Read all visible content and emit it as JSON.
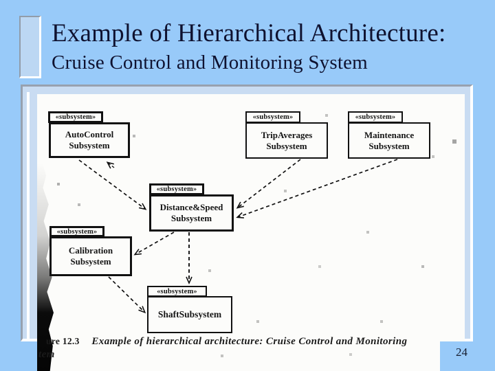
{
  "slide": {
    "title_line1": "Example of Hierarchical Architecture:",
    "title_line2": "Cruise Control and Monitoring System",
    "page_number": "24",
    "colors": {
      "background": "#98CAF9",
      "title_text": "#0F1230",
      "frame_fill": "#C9DCF2",
      "frame_border_gray": "#97A1AF",
      "frame_border_white": "#FFFFFF",
      "scan_paper": "#FCFCFA",
      "ink": "#111111"
    }
  },
  "figure": {
    "type": "uml-subsystem-diagram",
    "caption_prefix": "ure 12.3",
    "caption_text": "Example of hierarchical architecture: Cruise Control and Monitoring",
    "caption_line2": "tem",
    "boxes": [
      {
        "id": "autocontrol",
        "stereotype": "«subsystem»",
        "line1": "AutoControl",
        "line2": "Subsystem"
      },
      {
        "id": "tripaverages",
        "stereotype": "«subsystem»",
        "line1": "TripAverages",
        "line2": "Subsystem"
      },
      {
        "id": "maintenance",
        "stereotype": "«subsystem»",
        "line1": "Maintenance",
        "line2": "Subsystem"
      },
      {
        "id": "distancespeed",
        "stereotype": "«subsystem»",
        "line1": "Distance&Speed",
        "line2": "Subsystem"
      },
      {
        "id": "calibration",
        "stereotype": "«subsystem»",
        "line1": "Calibration",
        "line2": "Subsystem"
      },
      {
        "id": "shaft",
        "stereotype": "«subsystem»",
        "line1": "ShaftSubsystem",
        "line2": ""
      }
    ],
    "edges": [
      {
        "from": "AutoControl Subsystem",
        "to": "Distance&Speed Subsystem",
        "style": "dashed-arrow"
      },
      {
        "from": "TripAverages Subsystem",
        "to": "Distance&Speed Subsystem",
        "style": "dashed-arrow"
      },
      {
        "from": "Maintenance Subsystem",
        "to": "Distance&Speed Subsystem",
        "style": "dashed-arrow"
      },
      {
        "from": "Distance&Speed Subsystem",
        "to": "Calibration Subsystem",
        "style": "dashed-arrow"
      },
      {
        "from": "Distance&Speed Subsystem",
        "to": "ShaftSubsystem",
        "style": "dashed-arrow"
      },
      {
        "from": "Calibration Subsystem",
        "to": "ShaftSubsystem",
        "style": "dashed-arrow"
      }
    ]
  }
}
